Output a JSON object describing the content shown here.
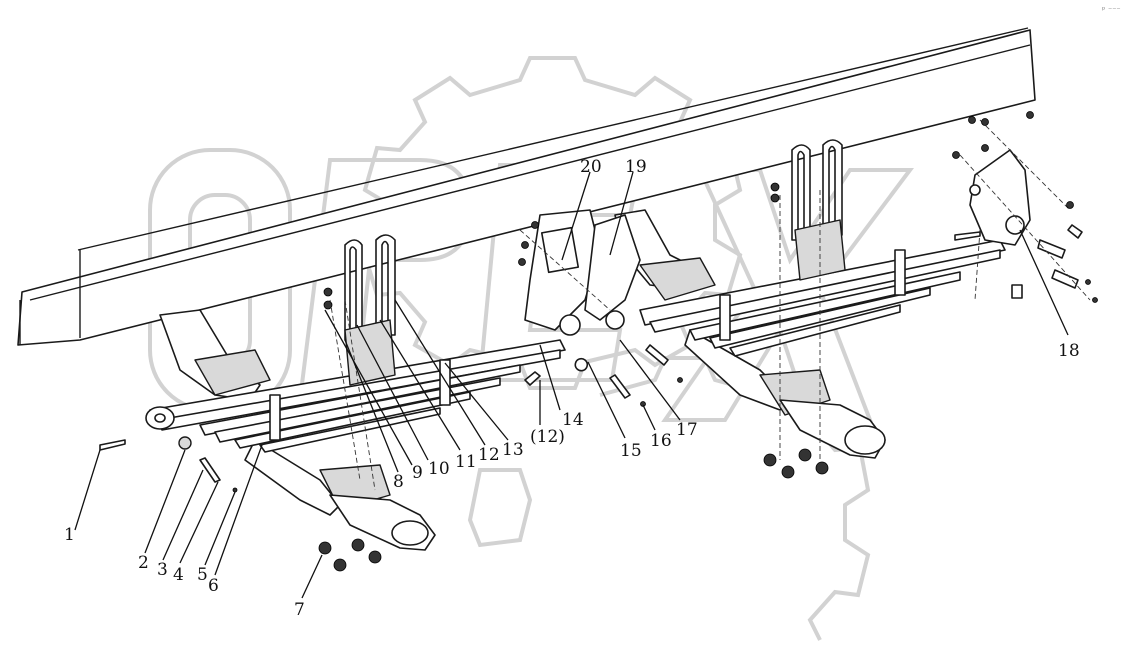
{
  "diagram": {
    "corner_mark": "ᵖ ⁻⁻⁻",
    "callouts": [
      {
        "id": "c1",
        "text": "1"
      },
      {
        "id": "c2",
        "text": "2"
      },
      {
        "id": "c3",
        "text": "3"
      },
      {
        "id": "c4",
        "text": "4"
      },
      {
        "id": "c5",
        "text": "5"
      },
      {
        "id": "c6",
        "text": "6"
      },
      {
        "id": "c7",
        "text": "7"
      },
      {
        "id": "c8",
        "text": "8"
      },
      {
        "id": "c9",
        "text": "9"
      },
      {
        "id": "c10",
        "text": "10"
      },
      {
        "id": "c11",
        "text": "11"
      },
      {
        "id": "c12",
        "text": "12"
      },
      {
        "id": "c13",
        "text": "13"
      },
      {
        "id": "c12b",
        "text": "(12)"
      },
      {
        "id": "c14",
        "text": "14"
      },
      {
        "id": "c15",
        "text": "15"
      },
      {
        "id": "c16",
        "text": "16"
      },
      {
        "id": "c17",
        "text": "17"
      },
      {
        "id": "c18",
        "text": "18"
      },
      {
        "id": "c19",
        "text": "19"
      },
      {
        "id": "c20",
        "text": "20"
      }
    ]
  }
}
